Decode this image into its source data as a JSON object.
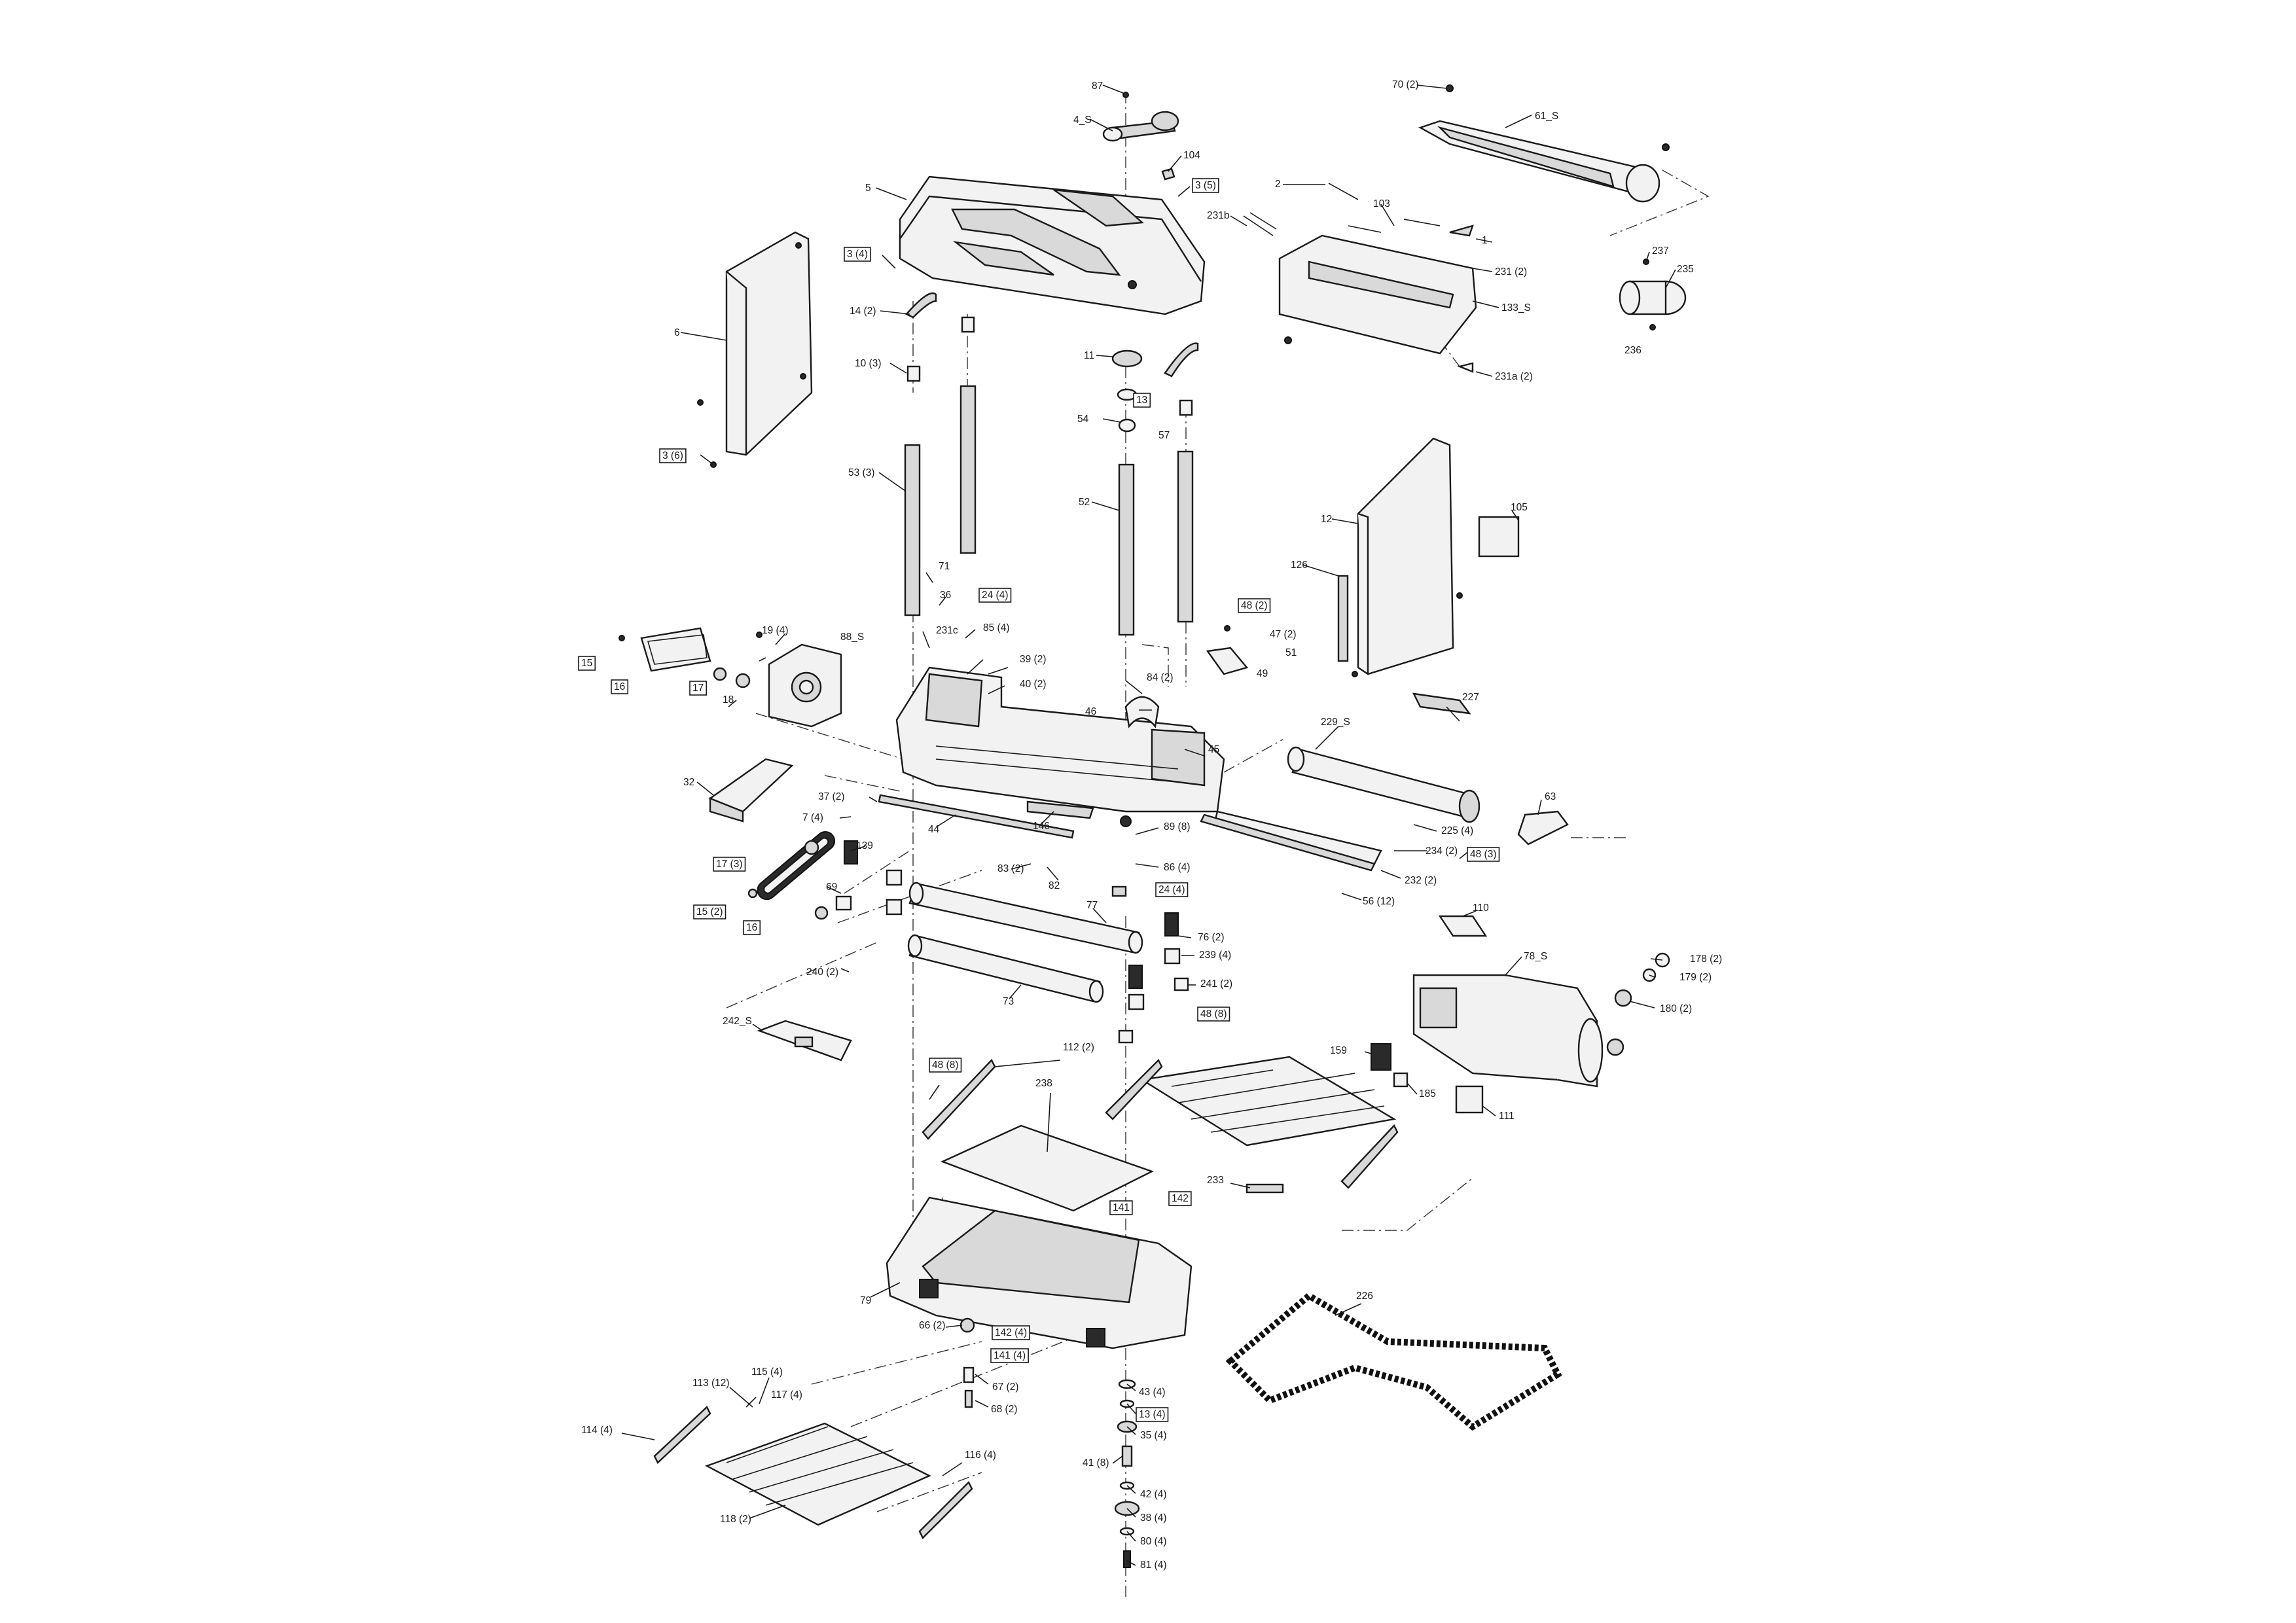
{
  "labels": {
    "p87": "87",
    "p4s": "4_S",
    "p104": "104",
    "p3_5": "3 (5)",
    "p5": "5",
    "p3_4": "3 (4)",
    "p14": "14 (2)",
    "p10": "10 (3)",
    "p11": "11",
    "p13": "13",
    "p54": "54",
    "p57": "57",
    "p53": "53 (3)",
    "p52": "52",
    "p6": "6",
    "p3_6": "3 (6)",
    "p70": "70 (2)",
    "p61s": "61_S",
    "p2": "2",
    "p103": "103",
    "p231b": "231b",
    "p1": "1",
    "p231_2": "231 (2)",
    "p133s": "133_S",
    "p231a": "231a (2)",
    "p237": "237",
    "p235": "235",
    "p236": "236",
    "p105": "105",
    "p12": "12",
    "p126": "126",
    "p48_2": "48 (2)",
    "p47": "47 (2)",
    "p51": "51",
    "p49": "49",
    "p71": "71",
    "p36": "36",
    "p24_4a": "24 (4)",
    "p231c": "231c",
    "p85": "85 (4)",
    "p39": "39 (2)",
    "p40": "40 (2)",
    "p84": "84 (2)",
    "p46": "46",
    "p45": "45",
    "p15": "15",
    "p16": "16",
    "p17": "17",
    "p18": "18",
    "p19": "19 (4)",
    "p88s": "88_S",
    "p32": "32",
    "p37": "37 (2)",
    "p7": "7 (4)",
    "p44": "44",
    "p146": "146",
    "p89": "89 (8)",
    "p86": "86 (4)",
    "p24_4b": "24 (4)",
    "p83": "83 (2)",
    "p82": "82",
    "p227": "227",
    "p229s": "229_S",
    "p63": "63",
    "p225": "225 (4)",
    "p234": "234 (2)",
    "p48_3": "48 (3)",
    "p232": "232 (2)",
    "p56": "56 (12)",
    "p139": "139",
    "p17_3": "17 (3)",
    "p69": "69",
    "p15_2": "15 (2)",
    "p16b": "16",
    "p77": "77",
    "p76": "76 (2)",
    "p239": "239 (4)",
    "p241": "241 (2)",
    "p48_8a": "48 (8)",
    "p240": "240 (2)",
    "p73": "73",
    "p242s": "242_S",
    "p110": "110",
    "p78s": "78_S",
    "p178": "178 (2)",
    "p179": "179 (2)",
    "p180": "180 (2)",
    "p159": "159",
    "p185": "185",
    "p111": "111",
    "p48_8b": "48 (8)",
    "p112": "112 (2)",
    "p238": "238",
    "p233": "233",
    "p141": "141",
    "p142": "142",
    "p79": "79",
    "p66": "66 (2)",
    "p142_4": "142 (4)",
    "p141_4": "141 (4)",
    "p67": "67 (2)",
    "p68": "68 (2)",
    "p226": "226",
    "p113": "113 (12)",
    "p115": "115 (4)",
    "p117": "117 (4)",
    "p114": "114 (4)",
    "p116": "116 (4)",
    "p118": "118 (2)",
    "p43": "43 (4)",
    "p13_4": "13 (4)",
    "p35": "35 (4)",
    "p41": "41 (8)",
    "p42": "42 (4)",
    "p38": "38 (4)",
    "p80": "80 (4)",
    "p81": "81 (4)"
  },
  "boxed": [
    "p3_5",
    "p3_4",
    "p13",
    "p3_6",
    "p24_4a",
    "p48_2",
    "p15",
    "p16",
    "p17",
    "p24_4b",
    "p48_3",
    "p17_3",
    "p15_2",
    "p16b",
    "p48_8a",
    "p48_8b",
    "p141",
    "p142",
    "p142_4",
    "p141_4",
    "p13_4"
  ]
}
